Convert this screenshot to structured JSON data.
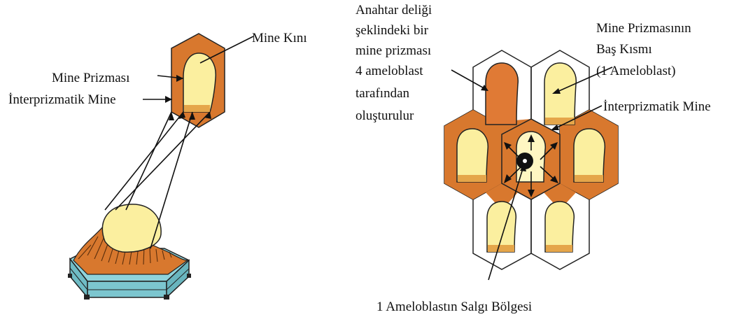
{
  "left_figure": {
    "labels": {
      "enamel_sheath": "Mine Kını",
      "enamel_prism": "Mine Prizması",
      "interprismatic": "İnterprizmatik Mine"
    }
  },
  "right_figure": {
    "labels": {
      "keyhole_line1": "Anahtar deliği",
      "keyhole_line2": "şeklindeki bir",
      "keyhole_line3": "mine prizması",
      "keyhole_line4": "4 ameloblast",
      "keyhole_line5": "tarafından",
      "keyhole_line6": "oluşturulur",
      "head_line1": "Mine Prizmasının",
      "head_line2": "Baş Kısmı",
      "head_line3": "(1 Ameloblast)",
      "interprismatic": "İnterprizmatik Mine",
      "secretory": "1 Ameloblastın Salgı Bölgesi"
    }
  },
  "colors": {
    "orange_dark": "#d8782e",
    "orange_head": "#e07a35",
    "yellow": "#fbef9f",
    "yellow_light": "#fff6c2",
    "tail_band": "#e5a64a",
    "teal": "#7cc6cf"
  }
}
